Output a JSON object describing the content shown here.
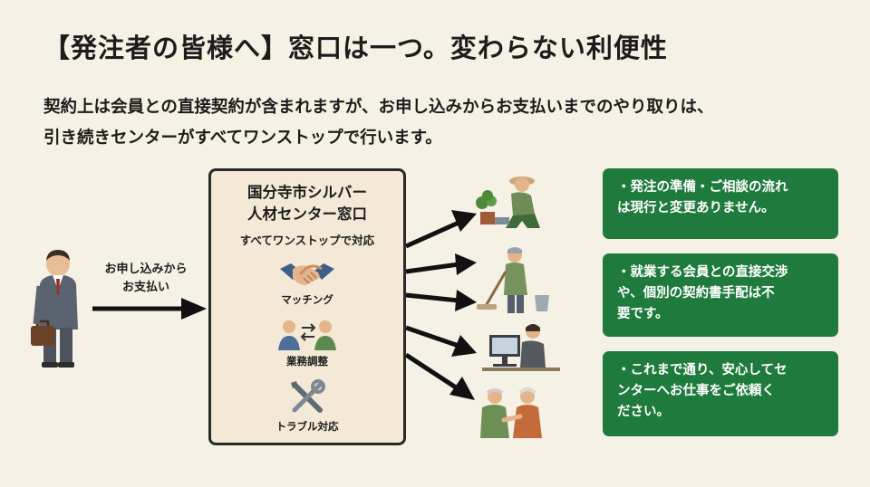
{
  "title": "【発注者の皆様へ】窓口は一つ。変わらない利便性",
  "lead": {
    "line1": "契約上は会員との直接契約が含まれますが、お申し込みからお支払いまでのやり取りは、",
    "line2": "引き続きセンターがすべてワンストップで行います。"
  },
  "orderer": {
    "label_line1": "お申し込みから",
    "label_line2": "お支払い"
  },
  "center": {
    "title_line1": "国分寺市シルバー",
    "title_line2": "人材センター窓口",
    "subtitle": "すべてワンストップで対応",
    "functions": [
      {
        "label": "マッチング",
        "icon": "handshake-icon"
      },
      {
        "label": "業務調整",
        "icon": "coordination-icon"
      },
      {
        "label": "トラブル対応",
        "icon": "tools-icon"
      }
    ]
  },
  "workers": [
    "gardening-worker-icon",
    "cleaning-worker-icon",
    "office-worker-icon",
    "care-worker-icon"
  ],
  "notes": [
    {
      "lines": [
        "・発注の準備・ご相談の流れ",
        "は現行と変更ありません。"
      ]
    },
    {
      "lines": [
        "・就業する会員との直接交渉",
        "や、個別の契約書手配は不",
        "要です。"
      ]
    },
    {
      "lines": [
        "・これまで通り、安心してセ",
        "ンターへお仕事をご依頼く",
        "ださい。"
      ]
    }
  ],
  "colors": {
    "background": "#f6f1e5",
    "note_green": "#1f7a3e",
    "box_fill": "#f3e9d6"
  }
}
